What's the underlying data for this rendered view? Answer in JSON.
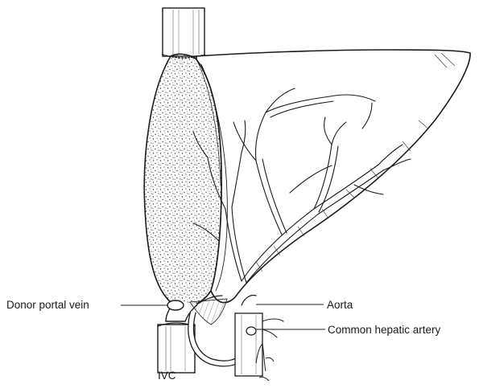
{
  "labels": {
    "donor_portal_vein": "Donor portal vein",
    "aorta": "Aorta",
    "common_hepatic_artery": "Common hepatic artery",
    "ivc": "IVC"
  }
}
